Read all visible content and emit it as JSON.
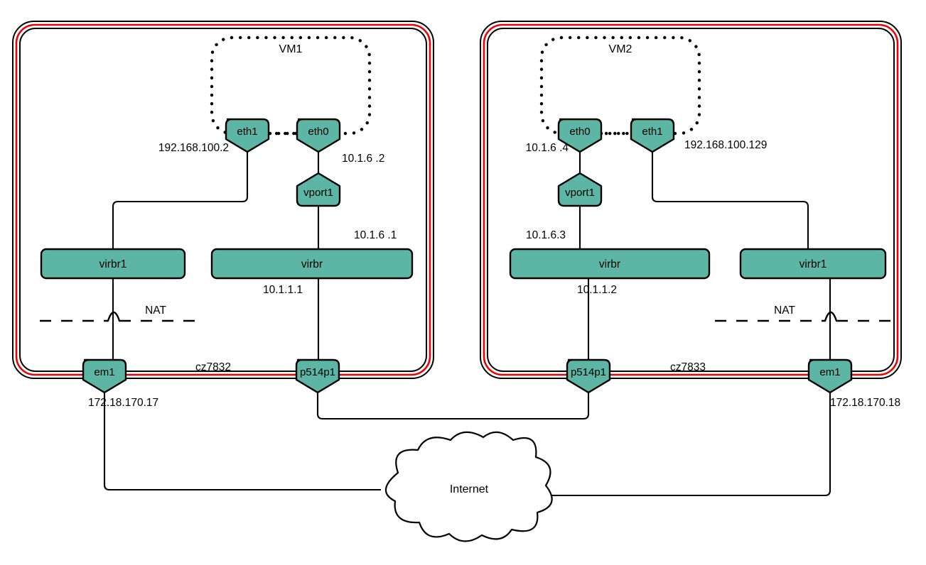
{
  "diagram": {
    "title": "Two-host virtual network topology with NAT and Internet",
    "colors": {
      "node_fill": "#5cb5a5",
      "node_stroke": "#000000",
      "host_border_red": "#ee0000",
      "host_border_black": "#000000",
      "background": "#ffffff"
    }
  },
  "hosts": [
    {
      "id": "host-left",
      "link_label": "cz7832",
      "vm": {
        "label": "VM1",
        "interfaces": [
          {
            "name": "eth1",
            "ip": "192.168.100.2"
          },
          {
            "name": "eth0",
            "ip": "10.1.6 .2"
          }
        ]
      },
      "vport": {
        "name": "vport1"
      },
      "bridges": [
        {
          "name": "virbr1",
          "ip": ""
        },
        {
          "name": "virbr",
          "ip_top": "10.1.6 .1",
          "ip_bottom": "10.1.1.1"
        }
      ],
      "nat_label": "NAT",
      "nics": [
        {
          "name": "em1",
          "ip": "172.18.170.17"
        },
        {
          "name": "p514p1",
          "ip": ""
        }
      ]
    },
    {
      "id": "host-right",
      "link_label": "cz7833",
      "vm": {
        "label": "VM2",
        "interfaces": [
          {
            "name": "eth0",
            "ip": "10.1.6 .4"
          },
          {
            "name": "eth1",
            "ip": "192.168.100.129"
          }
        ]
      },
      "vport": {
        "name": "vport1"
      },
      "bridges": [
        {
          "name": "virbr",
          "ip_top": "10.1.6.3",
          "ip_bottom": "10.1.1.2"
        },
        {
          "name": "virbr1",
          "ip": ""
        }
      ],
      "nat_label": "NAT",
      "nics": [
        {
          "name": "p514p1",
          "ip": ""
        },
        {
          "name": "em1",
          "ip": "172.18.170.18"
        }
      ]
    }
  ],
  "cloud": {
    "label": "Internet"
  }
}
